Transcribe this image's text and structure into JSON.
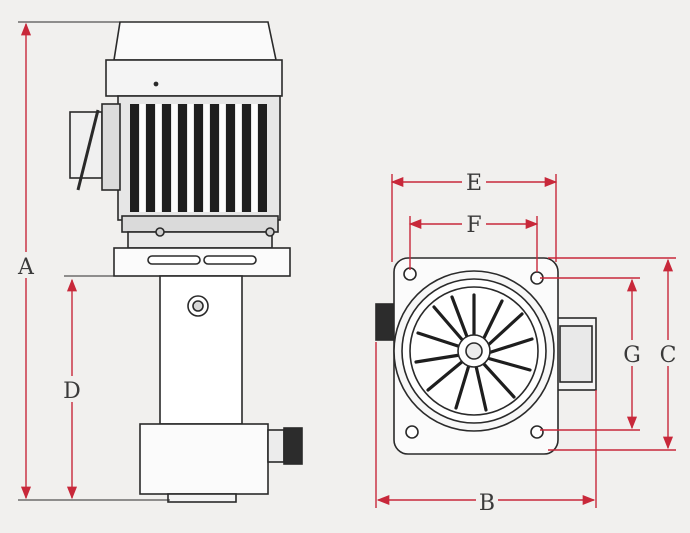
{
  "labels": {
    "A": "A",
    "B": "B",
    "C": "C",
    "D": "D",
    "E": "E",
    "F": "F",
    "G": "G"
  },
  "colors": {
    "dimension_line": "#c8283a",
    "outline": "#2a2a2a",
    "background": "#f1f0ee"
  }
}
